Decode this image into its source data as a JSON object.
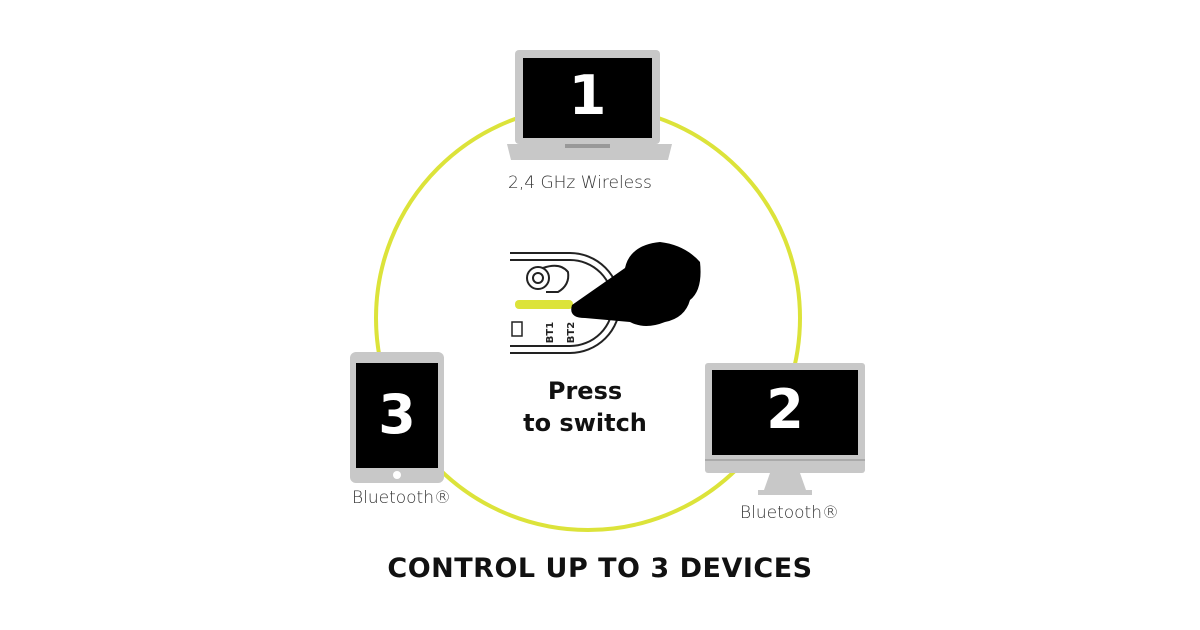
{
  "devices": [
    {
      "number": "1",
      "type": "laptop",
      "label": "2,4 GHz Wireless"
    },
    {
      "number": "2",
      "type": "monitor",
      "label": "Bluetooth®"
    },
    {
      "number": "3",
      "type": "tablet",
      "label": "Bluetooth®"
    }
  ],
  "switch": {
    "slots": [
      "BT1",
      "BT2"
    ],
    "instruction": "Press to switch",
    "line1": "Press",
    "line2": "to switch"
  },
  "title": "CONTROL UP TO 3 DEVICES",
  "colors": {
    "accent": "#dce33a",
    "device": "#c8c8c8",
    "screen": "#000000"
  }
}
